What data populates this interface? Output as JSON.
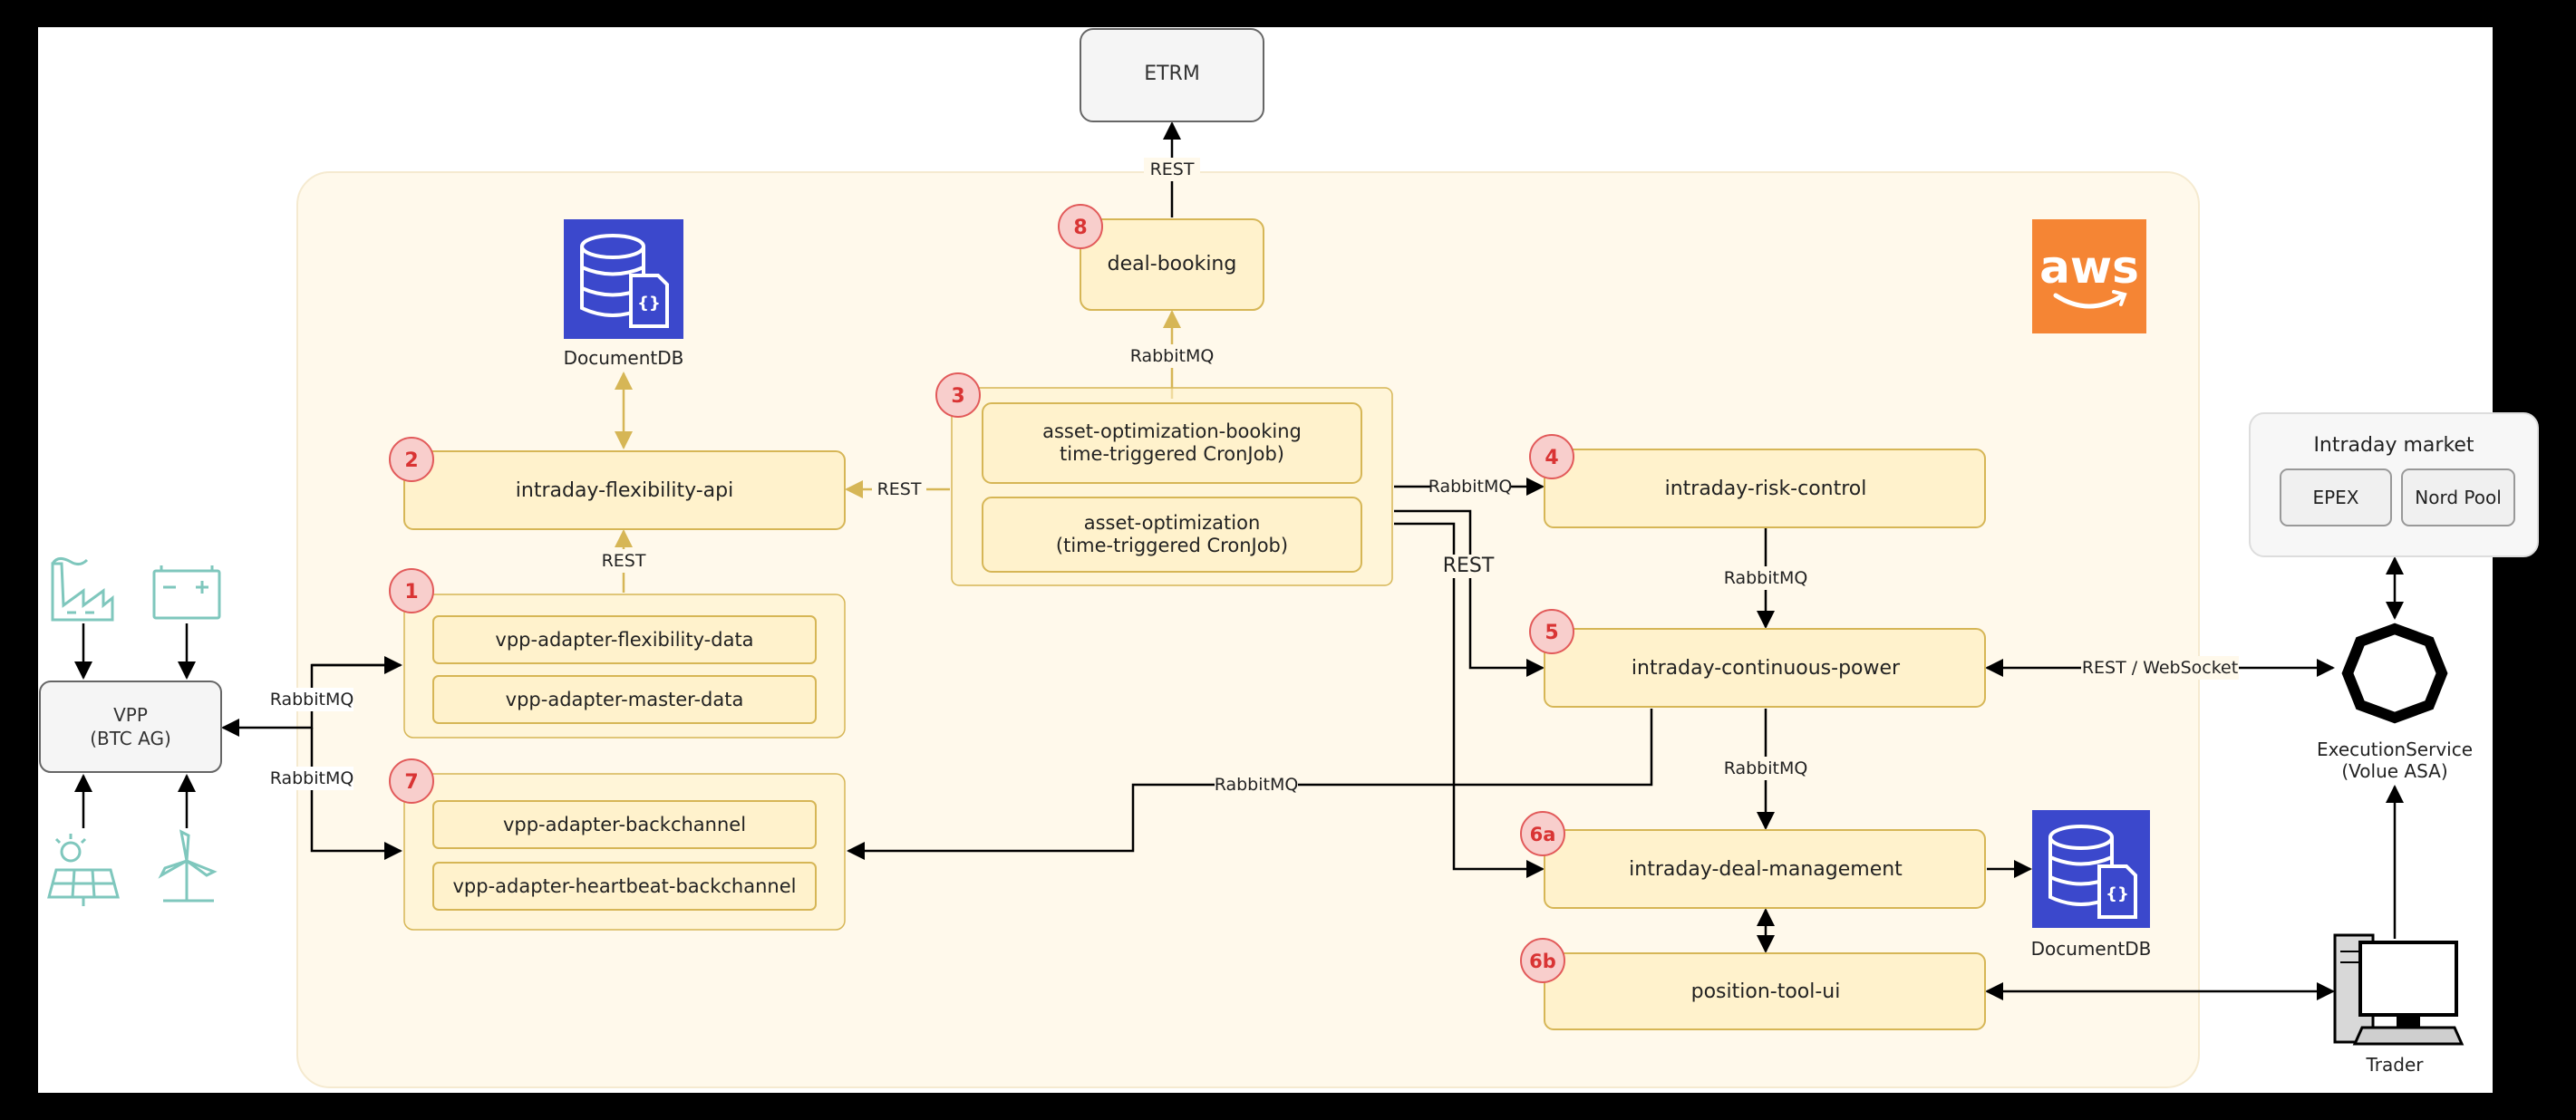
{
  "colors": {
    "background": "#000000",
    "canvas": "#ffffff",
    "region": "#fff9eb",
    "box_fill": "#fff2cc",
    "box_stroke": "#d6b656",
    "badge_fill": "#f8cecc",
    "badge_stroke": "#e25a5a",
    "badge_text": "#d93434",
    "line": "#000000",
    "yellow_line": "#d6b656",
    "aws_orange": "#f58534",
    "docdb_blue": "#3b48cc",
    "icon_teal": "#7fc7bd"
  },
  "etrm": {
    "label": "ETRM"
  },
  "aws": {
    "label": "aws"
  },
  "documentdb_top": {
    "label": "DocumentDB"
  },
  "documentdb_bottom": {
    "label": "DocumentDB"
  },
  "components": {
    "deal_booking": {
      "badge": "8",
      "label": "deal-booking"
    },
    "flexibility_api": {
      "badge": "2",
      "label": "intraday-flexibility-api"
    },
    "asset_optimization": {
      "badge": "3",
      "booking_line1": "asset-optimization-booking",
      "booking_line2": "time-triggered CronJob)",
      "opt_line1": "asset-optimization",
      "opt_line2": "(time-triggered CronJob)"
    },
    "vpp_adapter_group": {
      "badge": "1",
      "items": [
        "vpp-adapter-flexibility-data",
        "vpp-adapter-master-data"
      ]
    },
    "backchannel_group": {
      "badge": "7",
      "items": [
        "vpp-adapter-backchannel",
        "vpp-adapter-heartbeat-backchannel"
      ]
    },
    "risk_control": {
      "badge": "4",
      "label": "intraday-risk-control"
    },
    "continuous_power": {
      "badge": "5",
      "label": "intraday-continuous-power"
    },
    "deal_management": {
      "badge": "6a",
      "label": "intraday-deal-management"
    },
    "position_tool": {
      "badge": "6b",
      "label": "position-tool-ui"
    }
  },
  "vpp": {
    "line1": "VPP",
    "line2": "(BTC AG)"
  },
  "intraday_market": {
    "title": "Intraday market",
    "venues": [
      "EPEX",
      "Nord Pool"
    ]
  },
  "execution_service": {
    "line1": "ExecutionService",
    "line2": "(Volue ASA)"
  },
  "trader": {
    "label": "Trader"
  },
  "edge_labels": {
    "rest_etrm": "REST",
    "rabbitmq_booking": "RabbitMQ",
    "rest_flex": "REST",
    "rest_adapter": "REST",
    "rabbitmq_risk": "RabbitMQ",
    "rest_cp": "REST",
    "rabbitmq_risk_cp": "RabbitMQ",
    "rabbitmq_cp_dm": "RabbitMQ",
    "rest_websocket": "REST / WebSocket",
    "rabbitmq_backchannel": "RabbitMQ",
    "rabbitmq_vpp_top": "RabbitMQ",
    "rabbitmq_vpp_bottom": "RabbitMQ"
  }
}
